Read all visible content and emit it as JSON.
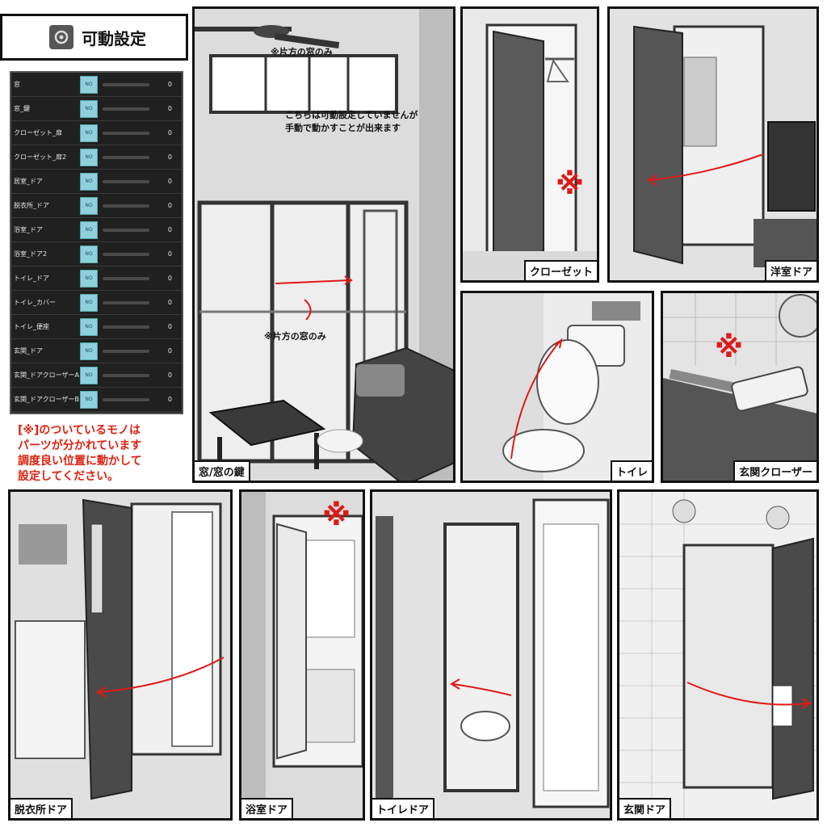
{
  "header": {
    "title": "可動設定",
    "icon": "settings-icon"
  },
  "panel": {
    "rows": [
      {
        "label": "窓",
        "toggle": "NO",
        "value": "0"
      },
      {
        "label": "窓_鍵",
        "toggle": "NO",
        "value": "0"
      },
      {
        "label": "クローゼット_扉",
        "toggle": "NO",
        "value": "0"
      },
      {
        "label": "クローゼット_扉2",
        "toggle": "NO",
        "value": "0"
      },
      {
        "label": "居室_ドア",
        "toggle": "NO",
        "value": "0"
      },
      {
        "label": "脱衣所_ドア",
        "toggle": "NO",
        "value": "0"
      },
      {
        "label": "浴室_ドア",
        "toggle": "NO",
        "value": "0"
      },
      {
        "label": "浴室_ドア2",
        "toggle": "NO",
        "value": "0"
      },
      {
        "label": "トイレ_ドア",
        "toggle": "NO",
        "value": "0"
      },
      {
        "label": "トイレ_カバー",
        "toggle": "NO",
        "value": "0"
      },
      {
        "label": "トイレ_便座",
        "toggle": "NO",
        "value": "0"
      },
      {
        "label": "玄関_ドア",
        "toggle": "NO",
        "value": "0"
      },
      {
        "label": "玄関_ドアクローザーA",
        "toggle": "NO",
        "value": "0"
      },
      {
        "label": "玄関_ドアクローザーB",
        "toggle": "NO",
        "value": "0"
      }
    ]
  },
  "note": {
    "line1": "[※]のついているモノは",
    "line2": "パーツが分かれています",
    "line3": "調度良い位置に動かして",
    "line4": "設定してください。"
  },
  "window_panel": {
    "caption": "窓/窓の鍵",
    "top_note": "※片方の窓のみ",
    "manual_note_1": "こちらは可動設定していませんが",
    "manual_note_2": "手動で動かすことが出来ます",
    "lower_note": "※片方の窓のみ"
  },
  "captions": {
    "closet": "クローゼット",
    "western_door": "洋室ドア",
    "toilet": "トイレ",
    "door_closer": "玄関クローザー",
    "dressing_door": "脱衣所ドア",
    "bath_door": "浴室ドア",
    "toilet_door": "トイレドア",
    "entrance_door": "玄関ドア"
  },
  "marks": {
    "symbol": "※"
  },
  "colors": {
    "accent_red": "#e01818",
    "panel_bg": "#202020",
    "toggle": "#8fd0dc"
  }
}
